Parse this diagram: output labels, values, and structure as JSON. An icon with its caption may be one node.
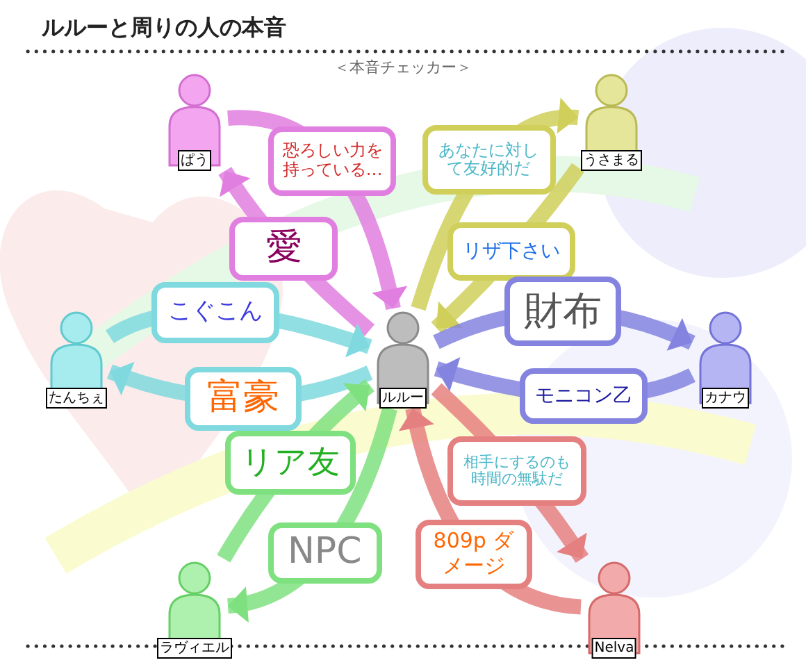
{
  "diagram": {
    "title": "ルルーと周りの人の本音",
    "nodes": [
      {
        "text": [
          "ルルー"
        ]
      },
      {
        "text": [
          "ぱう"
        ]
      },
      {
        "text": [
          "うさまる"
        ]
      },
      {
        "text": [
          "たんちぇ"
        ]
      },
      {
        "text": [
          "カナウ"
        ]
      },
      {
        "text": [
          "ラヴィエル"
        ]
      },
      {
        "text": [
          "Nelva"
        ]
      }
    ],
    "edges": [
      {
        "from": 0,
        "to": 1,
        "arrow": "to",
        "label": "愛",
        "color": "#e17fe0"
      },
      {
        "from": 1,
        "to": 0,
        "arrow": "to",
        "label": "恐ろしい力を持っている…",
        "color": "#e17fe0"
      },
      {
        "from": 0,
        "to": 2,
        "arrow": "to",
        "label": "あなたに対して友好的だ",
        "color": "#cfcf5a"
      },
      {
        "from": 2,
        "to": 0,
        "arrow": "to",
        "label": "リザ下さい",
        "color": "#cfcf5a"
      },
      {
        "from": 3,
        "to": 0,
        "arrow": "to",
        "label": "こぐこん",
        "color": "#7fd9de"
      },
      {
        "from": 0,
        "to": 3,
        "arrow": "to",
        "label": "富豪",
        "color": "#7fd9de"
      },
      {
        "from": 0,
        "to": 4,
        "arrow": "to",
        "label": "財布",
        "color": "#8484e0"
      },
      {
        "from": 4,
        "to": 0,
        "arrow": "to",
        "label": "モニコン乙",
        "color": "#8484e0"
      },
      {
        "from": 5,
        "to": 0,
        "arrow": "to",
        "label": "リア友",
        "color": "#7fe07f"
      },
      {
        "from": 0,
        "to": 5,
        "arrow": "to",
        "label": "NPC",
        "color": "#7fe07f"
      },
      {
        "from": 6,
        "to": 0,
        "arrow": "to",
        "label": "809p ダメージ",
        "color": "#e58080"
      },
      {
        "from": 0,
        "to": 6,
        "arrow": "to",
        "label": "相手にするのも時間の無駄だ",
        "color": "#e58080"
      }
    ],
    "labels": [
      "＜本音チェッカー＞"
    ]
  }
}
